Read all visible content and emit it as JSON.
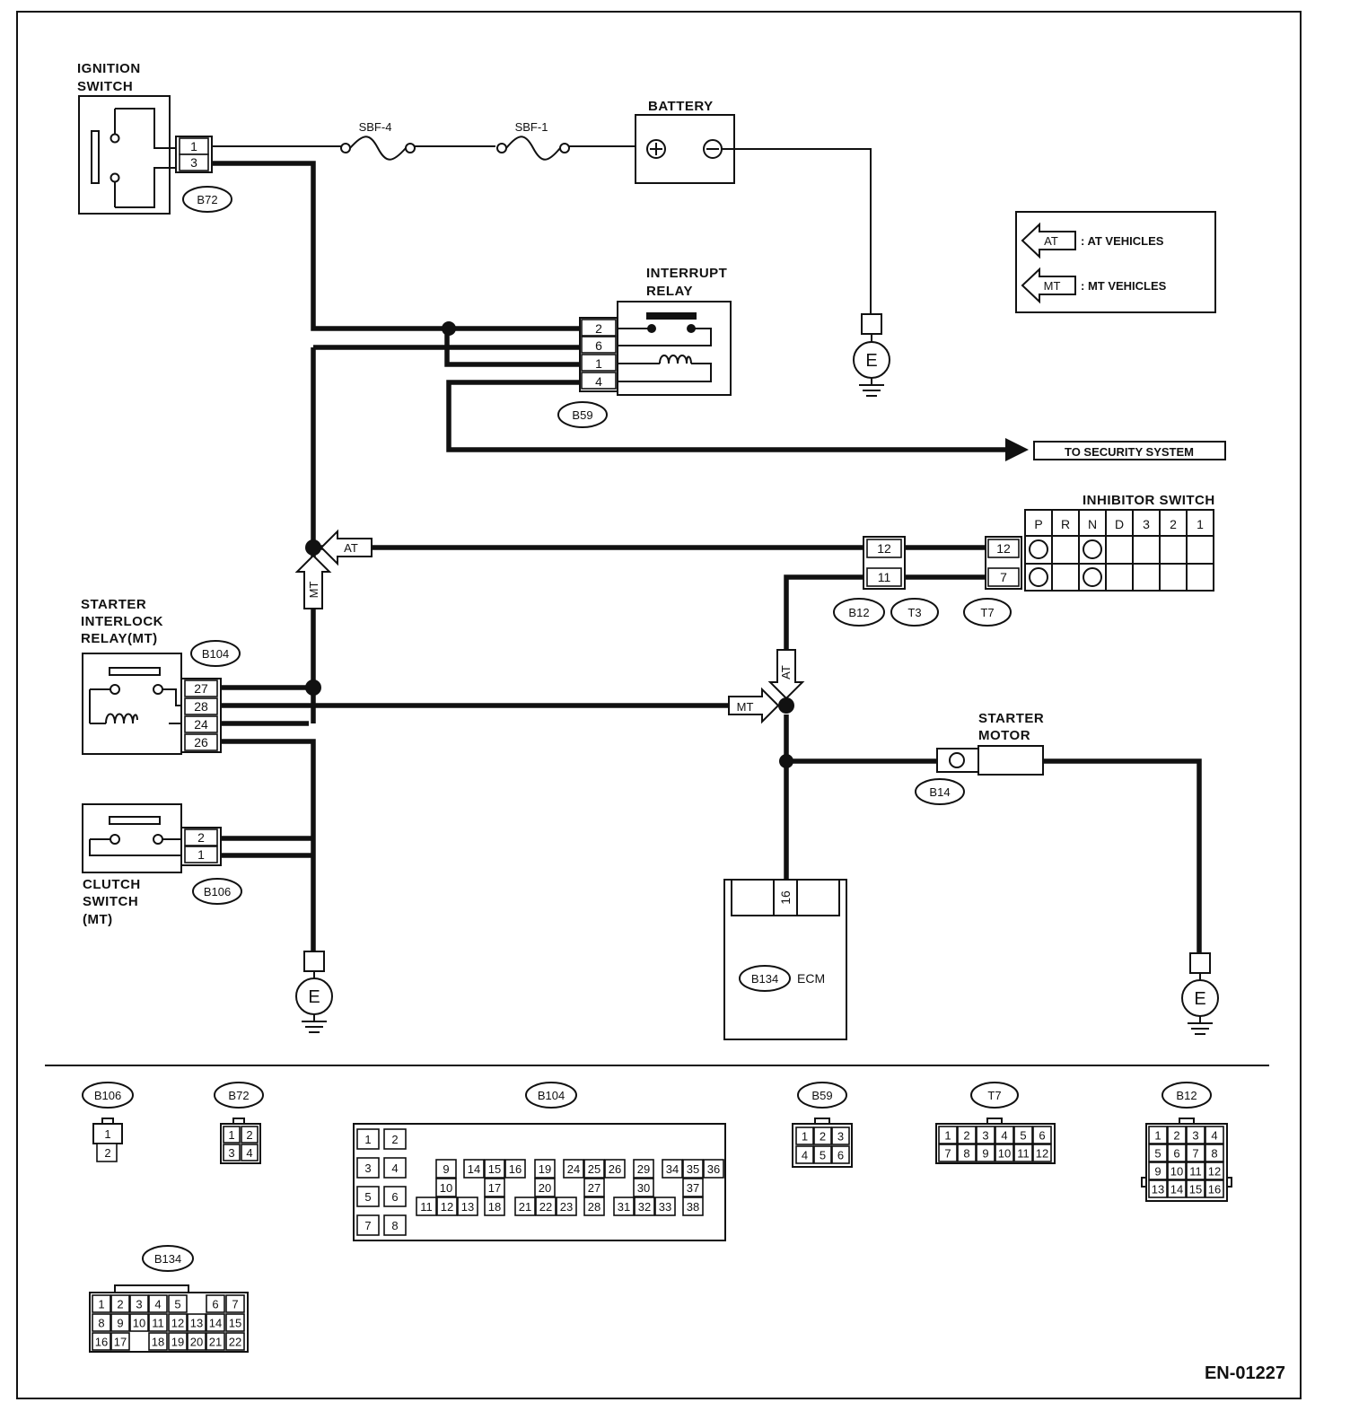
{
  "document_code": "EN-01227",
  "components": {
    "ignition_switch": {
      "label_line1": "IGNITION",
      "label_line2": "SWITCH",
      "connector": "B72",
      "pins": [
        "1",
        "3"
      ]
    },
    "battery": {
      "label": "BATTERY",
      "plus": "⊕",
      "minus": "⊖"
    },
    "fuses": [
      "SBF-4",
      "SBF-1"
    ],
    "interrupt_relay": {
      "label_line1": "INTERRUPT",
      "label_line2": "RELAY",
      "connector": "B59",
      "pins": [
        "2",
        "6",
        "1",
        "4"
      ]
    },
    "security": {
      "label": "TO SECURITY SYSTEM"
    },
    "legend": {
      "at_tag": "AT",
      "at_text": ": AT VEHICLES",
      "mt_tag": "MT",
      "mt_text": ": MT VEHICLES"
    },
    "inhibitor_switch": {
      "label": "INHIBITOR SWITCH",
      "positions": [
        "P",
        "R",
        "N",
        "D",
        "3",
        "2",
        "1"
      ],
      "pins": [
        "12",
        "7"
      ],
      "connector_pins_b12": [
        "12",
        "11"
      ]
    },
    "connector_tags": {
      "b12": "B12",
      "t3": "T3",
      "t7": "T7",
      "b104": "B104",
      "b106": "B106",
      "b14": "B14",
      "b134": "B134"
    },
    "starter_interlock_relay": {
      "label_line1": "STARTER",
      "label_line2": "INTERLOCK",
      "label_line3": "RELAY(MT)",
      "pins": [
        "27",
        "28",
        "24",
        "26"
      ]
    },
    "clutch_switch": {
      "label_line1": "CLUTCH",
      "label_line2": "SWITCH",
      "label_line3": "(MT)",
      "pins": [
        "2",
        "1"
      ]
    },
    "starter_motor": {
      "label_line1": "STARTER",
      "label_line2": "MOTOR"
    },
    "ecm": {
      "label": "ECM",
      "pin": "16"
    },
    "ground": "E",
    "arrow_tags": {
      "at": "AT",
      "mt": "MT"
    }
  },
  "connector_views": {
    "b106": {
      "tag": "B106",
      "pins": [
        "1",
        "2"
      ]
    },
    "b72": {
      "tag": "B72",
      "pins": [
        "1",
        "2",
        "3",
        "4"
      ]
    },
    "b104": {
      "tag": "B104",
      "left_pairs": [
        [
          "1",
          "2"
        ],
        [
          "3",
          "4"
        ],
        [
          "5",
          "6"
        ],
        [
          "7",
          "8"
        ]
      ],
      "row1": [
        "9",
        "14",
        "15",
        "16",
        "19",
        "24",
        "25",
        "26",
        "29",
        "34",
        "35",
        "36"
      ],
      "row2": [
        "10",
        "17",
        "20",
        "27",
        "30",
        "37"
      ],
      "row3": [
        "11",
        "12",
        "13",
        "18",
        "21",
        "22",
        "23",
        "28",
        "31",
        "32",
        "33",
        "38"
      ]
    },
    "b59": {
      "tag": "B59",
      "pins": [
        "1",
        "2",
        "3",
        "4",
        "5",
        "6"
      ]
    },
    "t7": {
      "tag": "T7",
      "pins": [
        "1",
        "2",
        "3",
        "4",
        "5",
        "6",
        "7",
        "8",
        "9",
        "10",
        "11",
        "12"
      ]
    },
    "b12": {
      "tag": "B12",
      "pins": [
        "1",
        "2",
        "3",
        "4",
        "5",
        "6",
        "7",
        "8",
        "9",
        "10",
        "11",
        "12",
        "13",
        "14",
        "15",
        "16"
      ]
    },
    "b134": {
      "tag": "B134",
      "row1": [
        "1",
        "2",
        "3",
        "4",
        "5",
        "6",
        "7"
      ],
      "row2": [
        "8",
        "9",
        "10",
        "11",
        "12",
        "13",
        "14",
        "15"
      ],
      "row3": [
        "16",
        "17",
        "18",
        "19",
        "20",
        "21",
        "22"
      ]
    }
  }
}
